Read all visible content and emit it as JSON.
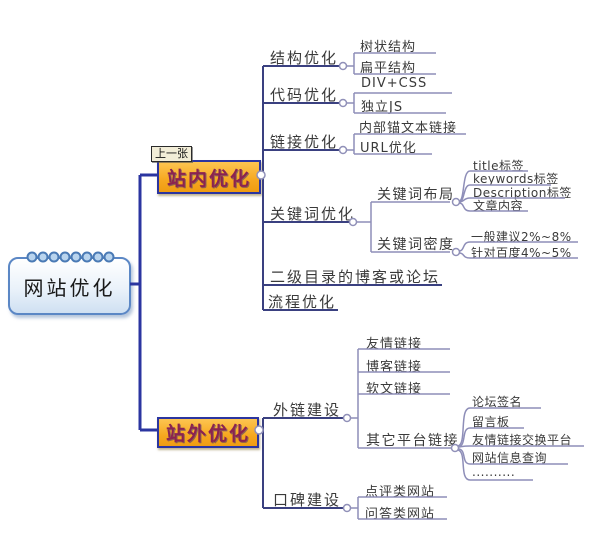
{
  "colors": {
    "trunk_line": "#2b35a0",
    "branch_line": "#3a4080",
    "leaf_line": "#8e8eb8",
    "orange_node_bg": "#f6a820",
    "orange_node_border": "#2b35a0",
    "orange_node_text": "#8b2350",
    "root_border": "#5b87c5",
    "root_bg": "#cfe0f2",
    "text": "#3a3a3a",
    "sticky_note_bg": "#f2edd7"
  },
  "mindmap": {
    "root": "网站优化",
    "sticky_note": "上一张",
    "in_site": {
      "label": "站内优化",
      "children": [
        {
          "label": "结构优化",
          "children": [
            {
              "label": "树状结构"
            },
            {
              "label": "扁平结构"
            }
          ]
        },
        {
          "label": "代码优化",
          "children": [
            {
              "label": "DIV+CSS"
            },
            {
              "label": "独立JS"
            }
          ]
        },
        {
          "label": "链接优化",
          "children": [
            {
              "label": "内部锚文本链接"
            },
            {
              "label": "URL优化"
            }
          ]
        },
        {
          "label": "关键词优化",
          "children": [
            {
              "label": "关键词布局",
              "children": [
                {
                  "label": "title标签"
                },
                {
                  "label": "keywords标签"
                },
                {
                  "label": "Description标签"
                },
                {
                  "label": "文章内容"
                }
              ]
            },
            {
              "label": "关键词密度",
              "children": [
                {
                  "label": "一般建议2%~8%"
                },
                {
                  "label": "针对百度4%~5%"
                }
              ]
            }
          ]
        },
        {
          "label": "二级目录的博客或论坛",
          "children": []
        },
        {
          "label": "流程优化",
          "children": []
        }
      ]
    },
    "out_site": {
      "label": "站外优化",
      "children": [
        {
          "label": "外链建设",
          "children": [
            {
              "label": "友情链接"
            },
            {
              "label": "博客链接"
            },
            {
              "label": "软文链接"
            },
            {
              "label": "其它平台链接",
              "children": [
                {
                  "label": "论坛签名"
                },
                {
                  "label": "留言板"
                },
                {
                  "label": "友情链接交换平台"
                },
                {
                  "label": "网站信息查询"
                },
                {
                  "label": ".........."
                }
              ]
            }
          ]
        },
        {
          "label": "口碑建设",
          "children": [
            {
              "label": "点评类网站"
            },
            {
              "label": "问答类网站"
            }
          ]
        }
      ]
    }
  }
}
